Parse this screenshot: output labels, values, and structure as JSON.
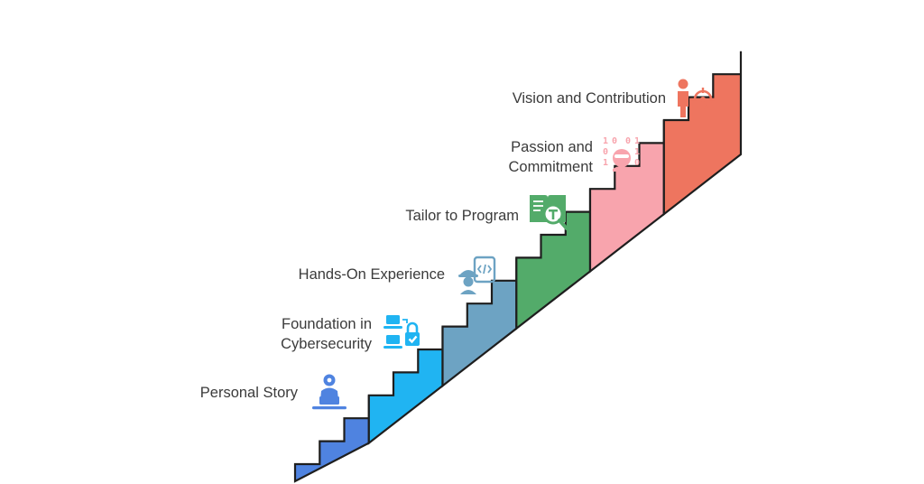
{
  "steps": [
    {
      "id": "personal-story",
      "lines": [
        "Personal Story"
      ],
      "color": "#4f83e0",
      "icon": "person-at-laptop-icon"
    },
    {
      "id": "foundation",
      "lines": [
        "Foundation in",
        "Cybersecurity"
      ],
      "color": "#20b4f2",
      "icon": "devices-lock-icon"
    },
    {
      "id": "hands-on",
      "lines": [
        "Hands-On Experience"
      ],
      "color": "#6da3c3",
      "icon": "engineer-code-icon"
    },
    {
      "id": "tailor",
      "lines": [
        "Tailor to Program"
      ],
      "color": "#53ab6a",
      "icon": "book-search-icon"
    },
    {
      "id": "passion",
      "lines": [
        "Passion and",
        "Commitment"
      ],
      "color": "#f8a4ad",
      "icon": "binary-hacker-icon"
    },
    {
      "id": "vision",
      "lines": [
        "Vision and Contribution"
      ],
      "color": "#ee755f",
      "icon": "person-target-icon"
    }
  ]
}
